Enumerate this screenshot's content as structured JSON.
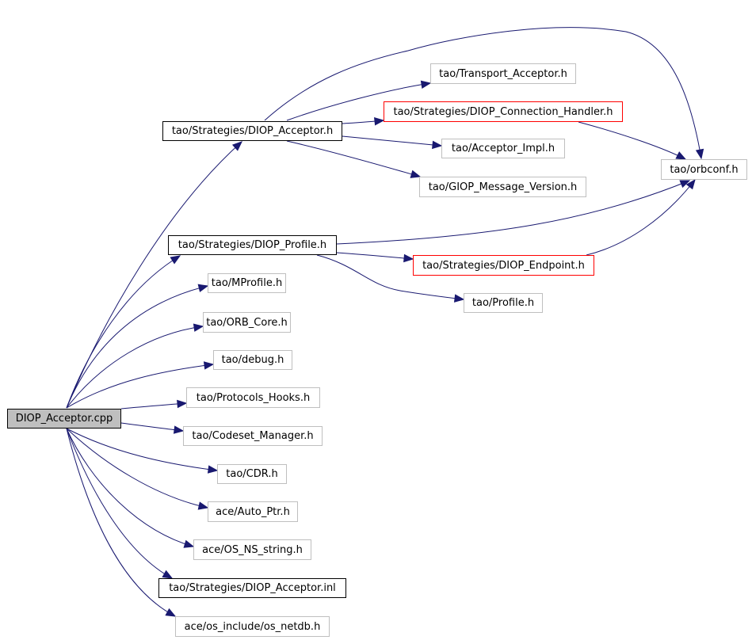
{
  "diagram": {
    "nodes": [
      {
        "id": "root",
        "label": "DIOP_Acceptor.cpp",
        "style": "root"
      },
      {
        "id": "diop_acceptor_h",
        "label": "tao/Strategies/DIOP_Acceptor.h",
        "style": "black"
      },
      {
        "id": "transport_acceptor_h",
        "label": "tao/Transport_Acceptor.h",
        "style": "grey"
      },
      {
        "id": "diop_connection_handler_h",
        "label": "tao/Strategies/DIOP_Connection_Handler.h",
        "style": "red"
      },
      {
        "id": "acceptor_impl_h",
        "label": "tao/Acceptor_Impl.h",
        "style": "grey"
      },
      {
        "id": "giop_message_version_h",
        "label": "tao/GIOP_Message_Version.h",
        "style": "grey"
      },
      {
        "id": "orbconf_h",
        "label": "tao/orbconf.h",
        "style": "grey"
      },
      {
        "id": "diop_profile_h",
        "label": "tao/Strategies/DIOP_Profile.h",
        "style": "black"
      },
      {
        "id": "diop_endpoint_h",
        "label": "tao/Strategies/DIOP_Endpoint.h",
        "style": "red"
      },
      {
        "id": "profile_h",
        "label": "tao/Profile.h",
        "style": "grey"
      },
      {
        "id": "mprofile_h",
        "label": "tao/MProfile.h",
        "style": "grey"
      },
      {
        "id": "orb_core_h",
        "label": "tao/ORB_Core.h",
        "style": "grey"
      },
      {
        "id": "debug_h",
        "label": "tao/debug.h",
        "style": "grey"
      },
      {
        "id": "protocols_hooks_h",
        "label": "tao/Protocols_Hooks.h",
        "style": "grey"
      },
      {
        "id": "codeset_manager_h",
        "label": "tao/Codeset_Manager.h",
        "style": "grey"
      },
      {
        "id": "cdr_h",
        "label": "tao/CDR.h",
        "style": "grey"
      },
      {
        "id": "auto_ptr_h",
        "label": "ace/Auto_Ptr.h",
        "style": "grey"
      },
      {
        "id": "os_ns_string_h",
        "label": "ace/OS_NS_string.h",
        "style": "grey"
      },
      {
        "id": "diop_acceptor_inl",
        "label": "tao/Strategies/DIOP_Acceptor.inl",
        "style": "black"
      },
      {
        "id": "os_netdb_h",
        "label": "ace/os_include/os_netdb.h",
        "style": "grey"
      }
    ],
    "edges": [
      {
        "from": "root",
        "to": "diop_acceptor_h"
      },
      {
        "from": "root",
        "to": "diop_profile_h"
      },
      {
        "from": "root",
        "to": "mprofile_h"
      },
      {
        "from": "root",
        "to": "orb_core_h"
      },
      {
        "from": "root",
        "to": "debug_h"
      },
      {
        "from": "root",
        "to": "protocols_hooks_h"
      },
      {
        "from": "root",
        "to": "codeset_manager_h"
      },
      {
        "from": "root",
        "to": "cdr_h"
      },
      {
        "from": "root",
        "to": "auto_ptr_h"
      },
      {
        "from": "root",
        "to": "os_ns_string_h"
      },
      {
        "from": "root",
        "to": "diop_acceptor_inl"
      },
      {
        "from": "root",
        "to": "os_netdb_h"
      },
      {
        "from": "diop_acceptor_h",
        "to": "orbconf_h"
      },
      {
        "from": "diop_acceptor_h",
        "to": "transport_acceptor_h"
      },
      {
        "from": "diop_acceptor_h",
        "to": "diop_connection_handler_h"
      },
      {
        "from": "diop_acceptor_h",
        "to": "acceptor_impl_h"
      },
      {
        "from": "diop_acceptor_h",
        "to": "giop_message_version_h"
      },
      {
        "from": "diop_connection_handler_h",
        "to": "orbconf_h"
      },
      {
        "from": "diop_profile_h",
        "to": "orbconf_h"
      },
      {
        "from": "diop_profile_h",
        "to": "diop_endpoint_h"
      },
      {
        "from": "diop_profile_h",
        "to": "profile_h"
      },
      {
        "from": "diop_endpoint_h",
        "to": "orbconf_h"
      }
    ],
    "colors": {
      "edge": "#191970",
      "node_border_grey": "#bfbfbf",
      "node_border_black": "#000000",
      "node_border_red": "#ff0000",
      "root_fill": "#bfbfbf"
    }
  }
}
